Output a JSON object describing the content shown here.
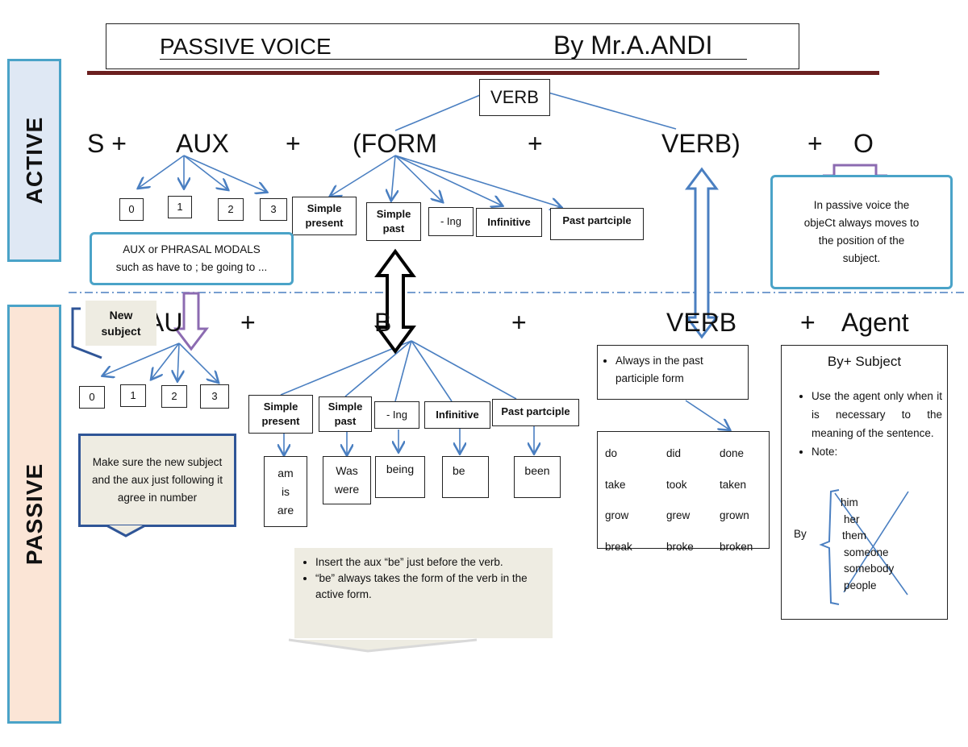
{
  "header": {
    "title": "PASSIVE VOICE",
    "author": "By Mr.A.ANDI"
  },
  "sides": {
    "active": "ACTIVE",
    "passive": "PASSIVE"
  },
  "active": {
    "verb_root": "VERB",
    "formula": {
      "s": "S +",
      "aux": "AUX",
      "plus1": "+",
      "form": "(FORM",
      "plus2": "+",
      "verb": "VERB)",
      "plus3": "+",
      "o": "O"
    },
    "aux_numbers": [
      "0",
      "1",
      "2",
      "3"
    ],
    "forms": [
      "Simple present",
      "Simple past",
      "- Ing",
      "Infinitive",
      "Past partciple"
    ],
    "aux_note": [
      "AUX or PHRASAL MODALS",
      "such as have to ; be going to ..."
    ],
    "object_note": [
      "In passive voice  the",
      "objeCt always moves to",
      "the position of  the",
      "subject."
    ]
  },
  "passive": {
    "new_subject": [
      "New",
      "subject"
    ],
    "formula": {
      "aux": "AU",
      "plus1": "+",
      "be": "B",
      "plus2": "+",
      "verb": "VERB",
      "plus3": "+",
      "agent": "Agent"
    },
    "aux_numbers": [
      "0",
      "1",
      "2",
      "3"
    ],
    "forms": [
      "Simple present",
      "Simple past",
      "- Ing",
      "Infinitive",
      "Past partciple"
    ],
    "be_forms": [
      [
        "am",
        "is",
        "are"
      ],
      [
        "Was",
        "were"
      ],
      [
        "being"
      ],
      [
        "be"
      ],
      [
        "been"
      ]
    ],
    "agreement_note": "Make sure the new subject and the aux just following it agree in number",
    "insert_notes": [
      "Insert the aux “be” just before the verb.",
      "“be” always takes the form of the verb in the active form."
    ],
    "participle_note": "Always in the past participle form",
    "verb_table": [
      [
        "do",
        "did",
        "done"
      ],
      [
        "take",
        "took",
        "taken"
      ],
      [
        "grow",
        "grew",
        "grown"
      ],
      [
        "break",
        "broke",
        "broken"
      ]
    ],
    "agent_box": {
      "title": "By+ Subject",
      "bullets": [
        "Use the agent only when it is necessary to the meaning of the sentence.",
        "Note:"
      ],
      "by": "By",
      "pronouns": [
        "him",
        "her",
        "them",
        "someone",
        "somebody",
        "people"
      ]
    }
  },
  "colors": {
    "blue": "#4a7fc1",
    "teal": "#4aa3c8",
    "purple": "#8c6bb1",
    "maroon": "#6b1f1f",
    "note_bg": "#eeece2",
    "active_bg": "#dfe8f4",
    "passive_bg": "#fbe5d6"
  }
}
